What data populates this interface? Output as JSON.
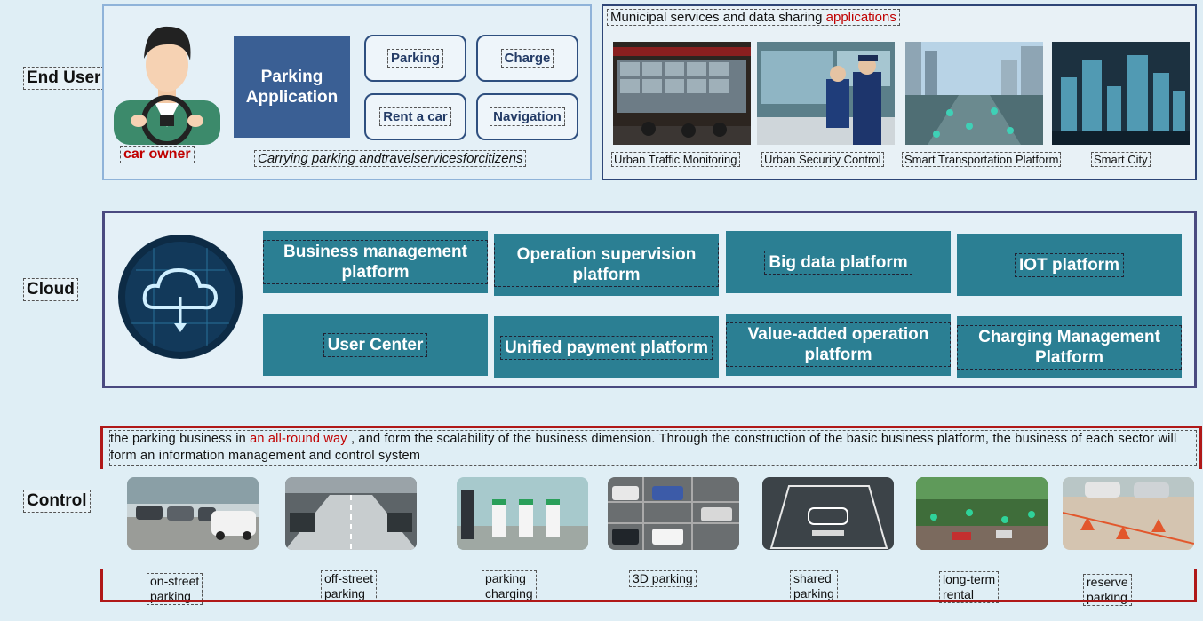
{
  "layers": {
    "end_user": "End User",
    "cloud": "Cloud",
    "control": "Control"
  },
  "end_user": {
    "owner_label": "car owner",
    "app_title": "Parking Application",
    "services": [
      "Parking",
      "Charge",
      "Rent a car",
      "Navigation"
    ],
    "tagline": "Carrying parking andtravelservicesforcitizens"
  },
  "municipal": {
    "title_prefix": "Municipal services and data sharing ",
    "title_highlight": "applications",
    "items": [
      "Urban Traffic Monitoring",
      "Urban Security Control",
      "Smart Transportation Platform",
      "Smart City"
    ]
  },
  "cloud": {
    "platforms": [
      "Business management platform",
      "Operation supervision platform",
      "Big data platform",
      "IOT platform",
      "User Center",
      "Unified payment platform",
      "Value-added operation platform",
      "Charging Management Platform"
    ]
  },
  "control": {
    "text_prefix": "the parking business in ",
    "text_highlight": "an all-round way",
    "text_suffix": " , and form the scalability of the business dimension. Through the construction of the basic business platform, the business of each sector will form an information management and control system",
    "scenarios": [
      "on-street parking",
      "off-street parking",
      "parking charging",
      "3D parking",
      "shared parking",
      "long-term rental",
      "reserve parking"
    ]
  },
  "colors": {
    "tile": "#2b7f93",
    "app_box": "#3a5f94",
    "accent_red": "#c00000",
    "panel_border": "#3b4a85"
  }
}
